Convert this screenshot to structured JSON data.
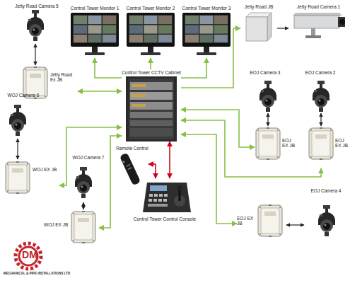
{
  "diagram": {
    "nodes": [
      {
        "text": [
          "Jetty Road Camera 5"
        ]
      },
      {
        "text": [
          "Control Tower Monitor 1"
        ]
      },
      {
        "text": [
          "Control Tower Monitor 2"
        ]
      },
      {
        "text": [
          "Control Tower Monitor 3"
        ]
      },
      {
        "text": [
          "Jetty Road JB"
        ]
      },
      {
        "text": [
          "Jetty Road Camera 1"
        ]
      },
      {
        "text": [
          "Jetty Road Ex JB"
        ]
      },
      {
        "text": [
          "Control Tower CCTV Cabinet"
        ]
      },
      {
        "text": [
          "EOJ Camera 3"
        ]
      },
      {
        "text": [
          "EOJ Camera 2"
        ]
      },
      {
        "text": [
          "WOJ Camera 6"
        ]
      },
      {
        "text": [
          "EOJ EX JB"
        ]
      },
      {
        "text": [
          "EOJ EX JB"
        ]
      },
      {
        "text": [
          "Remote Control"
        ]
      },
      {
        "text": [
          "WOJ EX JB"
        ]
      },
      {
        "text": [
          "WOJ Camera 7"
        ]
      },
      {
        "text": [
          "Control Tower Control Console"
        ]
      },
      {
        "text": [
          "EOJ Camera 4"
        ]
      },
      {
        "text": [
          "EOJ EX JB"
        ]
      },
      {
        "text": [
          "WOJ EX JB"
        ]
      }
    ],
    "edges": [
      {
        "from": 0,
        "to": 6,
        "arrow": "both"
      },
      {
        "from": 7,
        "to": 1,
        "arrow": "to"
      },
      {
        "from": 7,
        "to": 2,
        "arrow": "to"
      },
      {
        "from": 7,
        "to": 3,
        "arrow": "to"
      },
      {
        "from": 7,
        "to": 4,
        "arrow": "to"
      },
      {
        "from": 4,
        "to": 5,
        "arrow": "to"
      },
      {
        "from": 6,
        "to": 7,
        "arrow": "both"
      },
      {
        "from": 7,
        "to": 14,
        "arrow": "both"
      },
      {
        "from": 7,
        "to": 19,
        "arrow": "both"
      },
      {
        "from": 7,
        "to": 11,
        "arrow": "both"
      },
      {
        "from": 7,
        "to": 12,
        "arrow": "both"
      },
      {
        "from": 7,
        "to": 18,
        "arrow": "both"
      },
      {
        "from": 8,
        "to": 11,
        "arrow": "both"
      },
      {
        "from": 9,
        "to": 12,
        "arrow": "both"
      },
      {
        "from": 17,
        "to": 18,
        "arrow": "both"
      },
      {
        "from": 10,
        "to": 14,
        "arrow": "both"
      },
      {
        "from": 15,
        "to": 19,
        "arrow": "both"
      },
      {
        "from": 13,
        "to": 16,
        "arrow": "both"
      },
      {
        "from": 7,
        "to": 16,
        "arrow": "both"
      }
    ],
    "labels": [
      "DM",
      "MECHANICAL & PIPE INSTALLATIONS LTD"
    ]
  }
}
